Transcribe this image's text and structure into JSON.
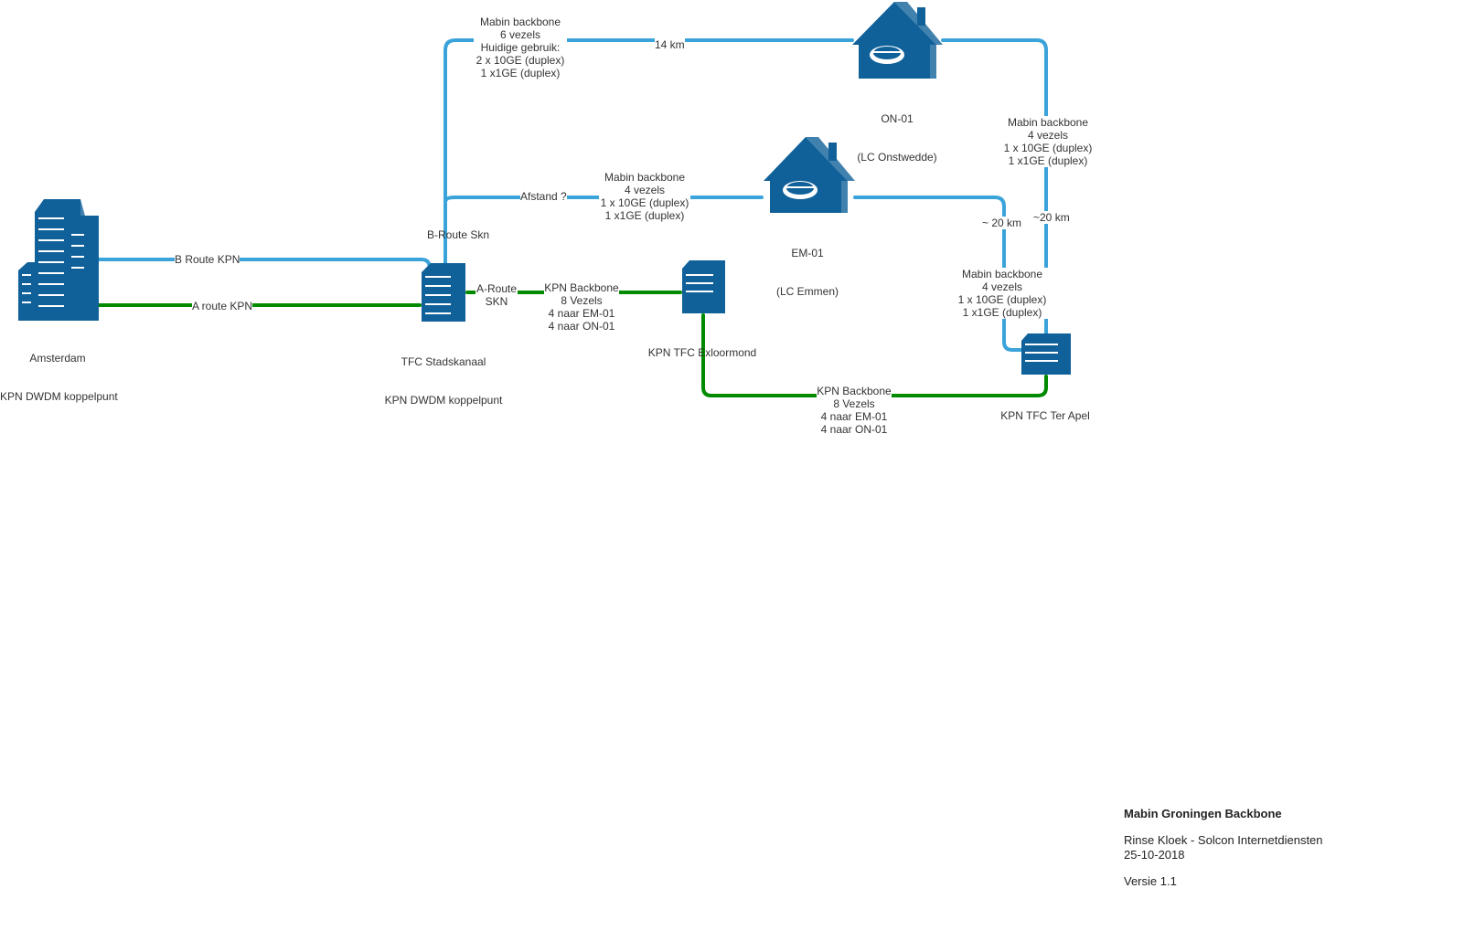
{
  "colors": {
    "blue_link": "#3aa3da",
    "green_link": "#008a00",
    "icon_fill": "#10619a",
    "icon_light": "#ffffff"
  },
  "nodes": {
    "amsterdam": {
      "line1": "Amsterdam",
      "line2": "KPN DWDM koppelpunt",
      "icon": "office-buildings-icon"
    },
    "stadskanaal": {
      "line1": "TFC Stadskanaal",
      "line2": "KPN DWDM koppelpunt",
      "icon": "datacenter-building-icon"
    },
    "exloormond": {
      "line1": "KPN TFC Exloormond",
      "icon": "datacenter-building-icon"
    },
    "terapel": {
      "line1": "KPN TFC Ter Apel",
      "icon": "datacenter-building-icon"
    },
    "em01": {
      "line1": "EM-01",
      "line2": "(LC Emmen)",
      "icon": "home-router-icon"
    },
    "on01": {
      "line1": "ON-01",
      "line2": "(LC Onstwedde)",
      "icon": "home-router-icon"
    }
  },
  "links": {
    "b_route_kpn": "B Route KPN",
    "a_route_kpn": "A route KPN",
    "b_route_skn": "B-Route Skn",
    "a_route_skn": "A-Route\nSKN",
    "top_backbone": "Mabin backbone\n6 vezels\nHuidige gebruik:\n2 x 10GE (duplex)\n1 x1GE (duplex)",
    "top_distance": "14 km",
    "mid_backbone": "Mabin backbone\n4 vezels\n1 x 10GE (duplex)\n1 x1GE (duplex)",
    "mid_distance": "Afstand ?",
    "right_backbone": "Mabin backbone\n4 vezels\n1 x 10GE (duplex)\n1 x1GE (duplex)",
    "right_distance": "~20 km",
    "em_terapel_backbone": "Mabin backbone\n4 vezels\n1 x 10GE (duplex)\n1 x1GE (duplex)",
    "em_terapel_distance": "~ 20 km",
    "kpn_backbone_1": "KPN Backbone\n8 Vezels\n4 naar EM-01\n4 naar ON-01",
    "kpn_backbone_2": "KPN Backbone\n8 Vezels\n4 naar EM-01\n4 naar ON-01"
  },
  "footer": {
    "title": "Mabin Groningen Backbone",
    "author": "Rinse Kloek - Solcon Internetdiensten",
    "date": "25-10-2018",
    "version": "Versie 1.1"
  }
}
